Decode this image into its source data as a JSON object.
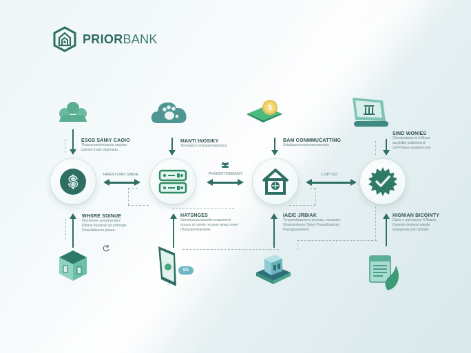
{
  "brand": {
    "name_bold": "PRIOR",
    "name_light": "BANK",
    "logo_icon": "hexagon-house-logo-icon"
  },
  "colors": {
    "primary": "#2e6e63",
    "accent_light": "#6dc2a8",
    "background": "#eef6f7"
  },
  "top_row": [
    {
      "icon": "user-group-cloud-icon",
      "title": "ESGS SANIY CAOIO",
      "desc": [
        "Thasesnsenleeiasuar eacjdes",
        "ouhnee irsals ekgtmeau"
      ]
    },
    {
      "icon": "cloud-paw-icon",
      "title": "MANTI INOSIKY",
      "desc": [
        "Tonuqaeun enaspaenagteamu"
      ]
    },
    {
      "icon": "coin-cash-icon",
      "title": "BAM CONMMUCATTING",
      "desc": [
        "Satalbaserinuunseaenseeasie"
      ]
    },
    {
      "icon": "bank-screen-icon",
      "title": "SIND WONIES",
      "desc": [
        "Chsobasbsteree A Bteas",
        "pa,ghdier balinstesnd",
        "drA Poaeur eaaslea reotr."
      ]
    }
  ],
  "nodes": [
    {
      "icon": "dollar-icon"
    },
    {
      "icon": "server-icon"
    },
    {
      "icon": "house-fan-icon"
    },
    {
      "icon": "verified-check-badge-icon"
    }
  ],
  "connectors": [
    {
      "label": "HRENTUAN GMOE"
    },
    {
      "label": "PHODOYDMANSY",
      "icon": "group-mini-icon"
    },
    {
      "label": "LOPTSO"
    }
  ],
  "bottom_row": [
    {
      "icon": "cube-box-icon",
      "title": "WHSRE SOINUE",
      "desc": [
        "Ihsusentse aeasteasspiis",
        "Elbane fieasteal ael peheage",
        "Doaealdieasre pauen."
      ],
      "extra_icon": "refresh-icon"
    },
    {
      "icon": "tablet-icon",
      "title": "HATSNGES",
      "desc": [
        "Swesteasuusesauitis enaaseend",
        "rguaus al canets recasae aeags reaer",
        "Dhaguairedrarsewe"
      ],
      "badge": "ES"
    },
    {
      "icon": "server-stack-icon",
      "title": "IAEIC JRBIAK",
      "desc": [
        "Tenaanettaseanre ateseas, euuseaes",
        "Shareanrlesas Tatsar Paaaeibauenig",
        "Paenguaudetene"
      ]
    },
    {
      "icon": "document-leaf-icon",
      "title": "HIGNIAN BICOINTY",
      "desc": [
        "Daeia e paenuseys 6 Baaise",
        "Duaeab etesnere ataalie",
        "seasgasiau ean spstate"
      ]
    }
  ]
}
